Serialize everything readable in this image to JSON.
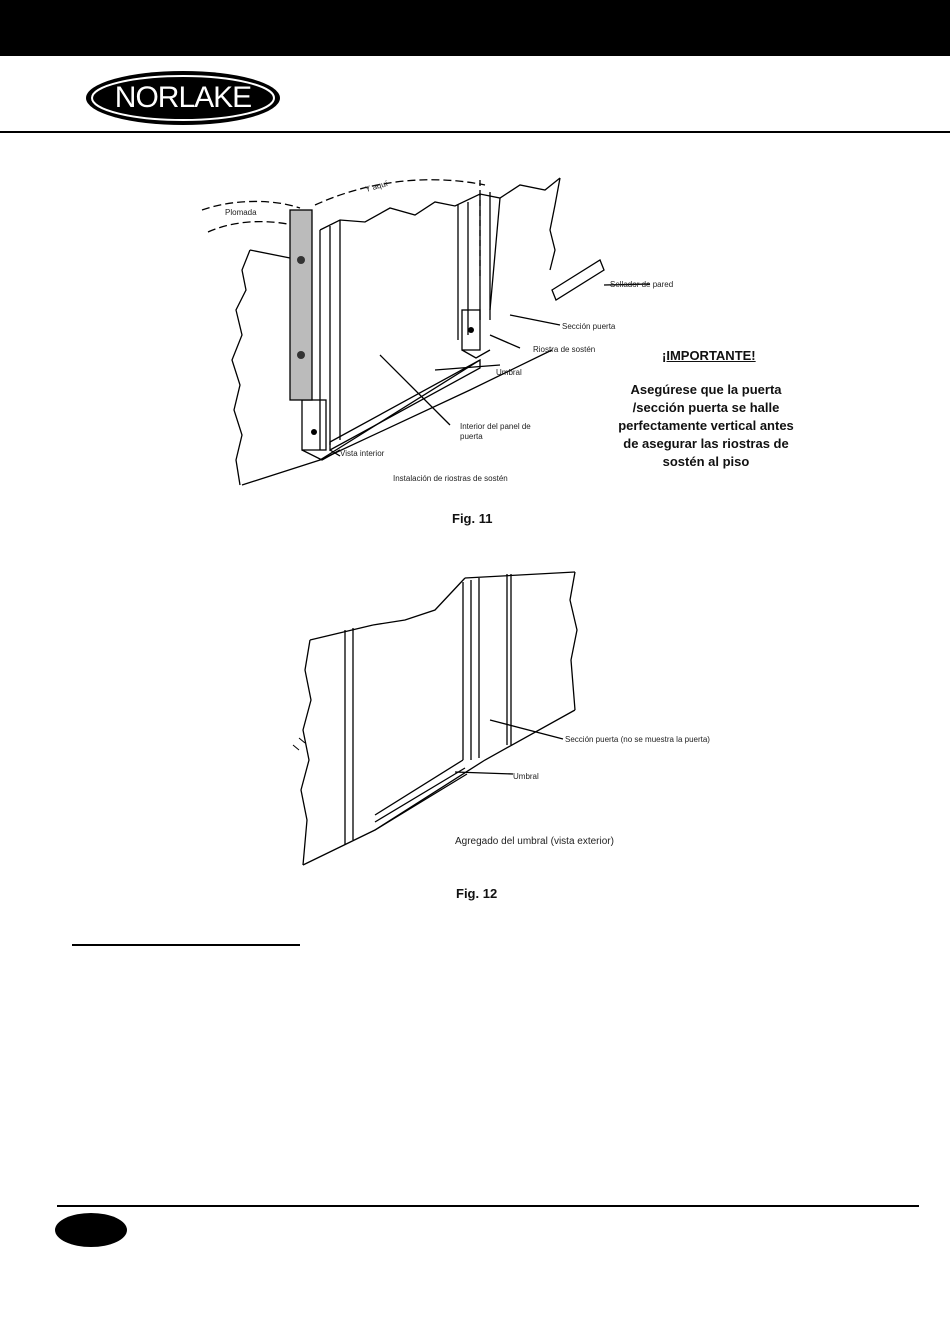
{
  "header": {
    "brand": "NORLAKE"
  },
  "fig11": {
    "labels": {
      "plomada": "Plomada",
      "y_aqui": "Y aquí",
      "sellador": "Sellador de pared",
      "seccion_puerta": "Sección puerta",
      "riostra": "Riostra de sostén",
      "umbral": "Umbral",
      "interior_panel_1": "Interior del panel de",
      "interior_panel_2": "puerta",
      "vista_interior": "Vista interior",
      "instalacion": "Instalación de riostras de sostén"
    },
    "important_title": "¡IMPORTANTE!",
    "important_lines": [
      "Asegúrese que la puerta",
      "/sección puerta se halle",
      "perfectamente vertical antes",
      "de asegurar las riostras de",
      "sostén al piso"
    ],
    "caption": "Fig. 11"
  },
  "fig12": {
    "labels": {
      "seccion_puerta": "Sección puerta (no se muestra la puerta)",
      "umbral": "Umbral",
      "agregado": "Agregado del umbral (vista exterior)"
    },
    "caption": "Fig. 12"
  }
}
